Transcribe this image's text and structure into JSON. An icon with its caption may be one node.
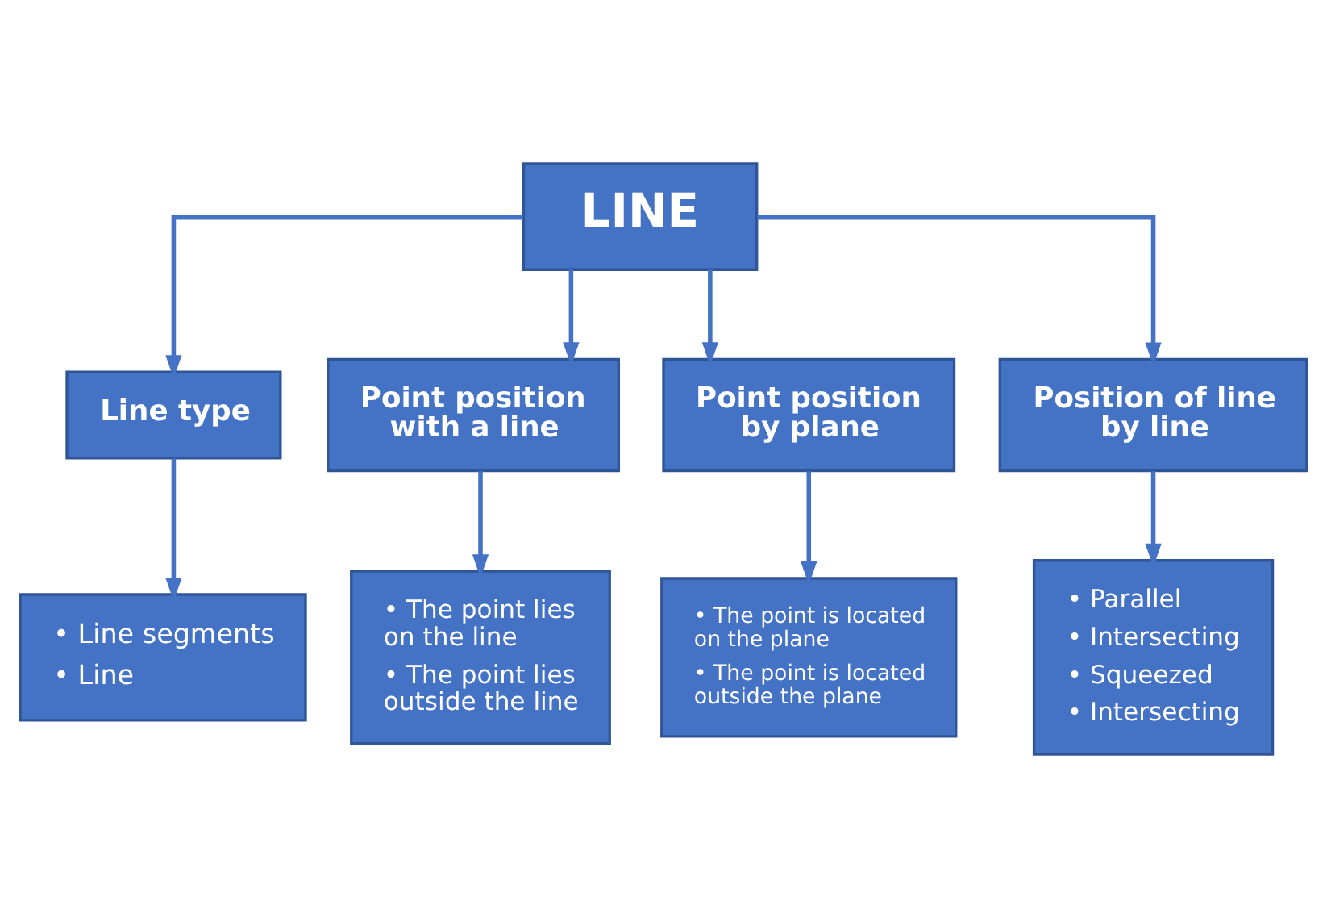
{
  "diagram": {
    "nodes": [
      {
        "text": [
          "LINE"
        ]
      },
      {
        "text": [
          "Line type"
        ]
      },
      {
        "text": [
          "Point position with a line"
        ]
      },
      {
        "text": [
          "Point position by plane"
        ]
      },
      {
        "text": [
          "Position of line by line"
        ]
      },
      {
        "text": [
          "• Line segments",
          "• Line"
        ]
      },
      {
        "text": [
          "• The point lies on the line",
          "• The point lies outside the line"
        ]
      },
      {
        "text": [
          "• The point is located on the plane",
          "• The point is located outside the plane"
        ]
      },
      {
        "text": [
          "• Parallel",
          "• Intersecting",
          "• Squeezed",
          "• Intersecting"
        ]
      }
    ],
    "edges": [
      {
        "from": 0,
        "to": 1,
        "arrow": "to"
      },
      {
        "from": 0,
        "to": 2,
        "arrow": "to"
      },
      {
        "from": 0,
        "to": 3,
        "arrow": "to"
      },
      {
        "from": 0,
        "to": 4,
        "arrow": "to"
      },
      {
        "from": 1,
        "to": 5,
        "arrow": "to"
      },
      {
        "from": 2,
        "to": 6,
        "arrow": "to"
      },
      {
        "from": 3,
        "to": 7,
        "arrow": "to"
      },
      {
        "from": 4,
        "to": 8,
        "arrow": "to"
      }
    ]
  }
}
